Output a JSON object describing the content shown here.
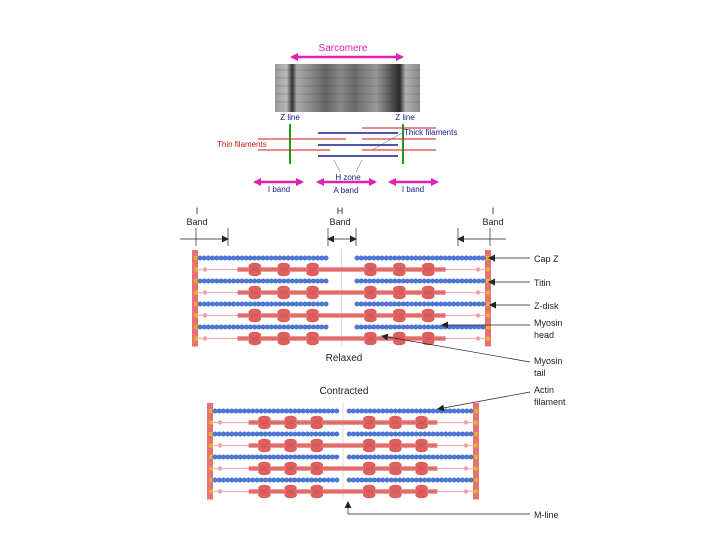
{
  "top_diagram": {
    "sarcomere": "Sarcomere",
    "z_line_left": "Z line",
    "z_line_right": "Z line",
    "thick_filaments": "Thick filaments",
    "thin_filaments": "Thin filaments",
    "h_zone": "H zone",
    "i_band_left": "I band",
    "a_band": "A band",
    "i_band_right": "I band"
  },
  "bottom_diagram": {
    "i_band_left": [
      "I",
      "Band"
    ],
    "h_band": [
      "H",
      "Band"
    ],
    "i_band_right": [
      "I",
      "Band"
    ],
    "relaxed": "Relaxed",
    "contracted": "Contracted",
    "labels": {
      "cap_z": "Cap Z",
      "titin": "Titin",
      "z_disk": "Z-disk",
      "myosin_head": [
        "Myosin",
        "head"
      ],
      "myosin_tail": [
        "Myosin",
        "tail"
      ],
      "actin_filament": [
        "Actin",
        "filament"
      ],
      "m_line": "M-line"
    }
  },
  "colors": {
    "magenta": "#e020b0",
    "green": "#1a9a1a",
    "navy": "#1a1a8a",
    "red": "#c81818",
    "actin_blue": "#4a78d8",
    "myosin_red": "#e06060",
    "disk_red": "#e87070"
  }
}
